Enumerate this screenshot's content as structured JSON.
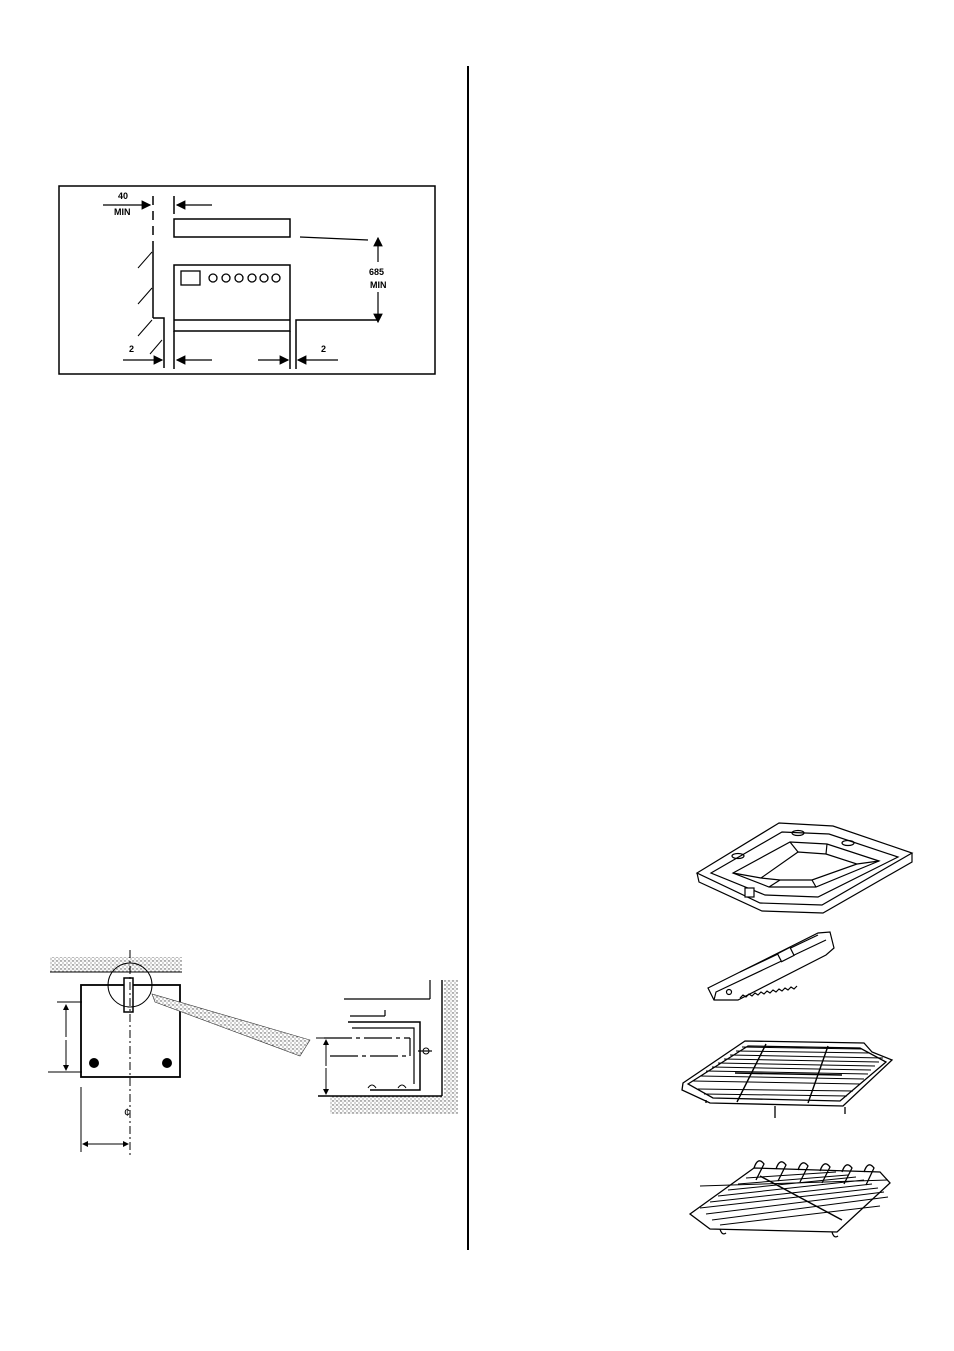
{
  "clearance_diagram": {
    "side_gap_label": "40",
    "side_gap_unit": "MIN",
    "height_value": "685",
    "height_unit": "MIN",
    "left_gap_label": "2",
    "right_gap_label": "2"
  },
  "colors": {
    "ink": "#000000",
    "paper": "#ffffff",
    "stipple": "#7a7a7a"
  },
  "accessories": [
    {
      "icon": "roasting-tin-icon"
    },
    {
      "icon": "grill-pan-handle-icon"
    },
    {
      "icon": "grid-shelf-icon"
    },
    {
      "icon": "oven-shelf-icon"
    }
  ]
}
